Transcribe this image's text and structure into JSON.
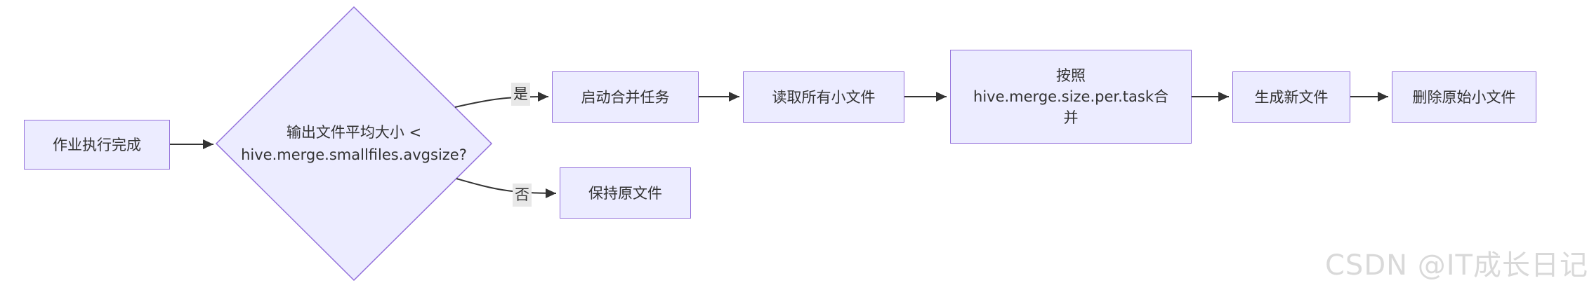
{
  "diagram": {
    "nodes": {
      "start": {
        "label": "作业执行完成"
      },
      "decision": {
        "line1": "输出文件平均大小 <",
        "line2": "hive.merge.smallfiles.avgsize?"
      },
      "start_merge": {
        "label": "启动合并任务"
      },
      "read_files": {
        "label": "读取所有小文件"
      },
      "merge_per_task": {
        "line1": "按照",
        "line2": "hive.merge.size.per.task合",
        "line3": "并"
      },
      "new_file": {
        "label": "生成新文件"
      },
      "delete_original": {
        "label": "删除原始小文件"
      },
      "keep_original": {
        "label": "保持原文件"
      }
    },
    "edge_labels": {
      "yes": "是",
      "no": "否"
    },
    "colors": {
      "node_fill": "#ECECFF",
      "node_border": "#9370DB",
      "edge": "#333333",
      "edge_label_bg": "#E8E8E8",
      "text": "#333333",
      "watermark": "#D9D9D9"
    }
  },
  "watermark": {
    "text": "CSDN @IT成长日记"
  }
}
